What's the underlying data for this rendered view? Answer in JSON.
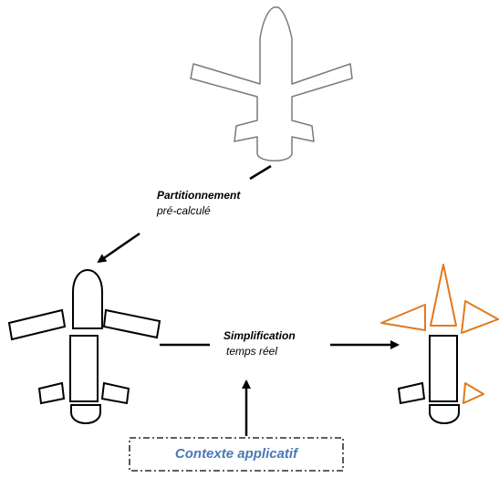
{
  "labels": {
    "partition_title": "Partitionnement",
    "partition_subtitle": "pré-calculé",
    "simplification_title": "Simplification",
    "simplification_subtitle": "temps réel",
    "context_label": "Contexte applicatif"
  },
  "colors": {
    "original_outline": "#7a7a7a",
    "partition_outline": "#000000",
    "simplified_outline": "#e07a1f",
    "context_text": "#4a78b8",
    "arrow": "#000000"
  }
}
